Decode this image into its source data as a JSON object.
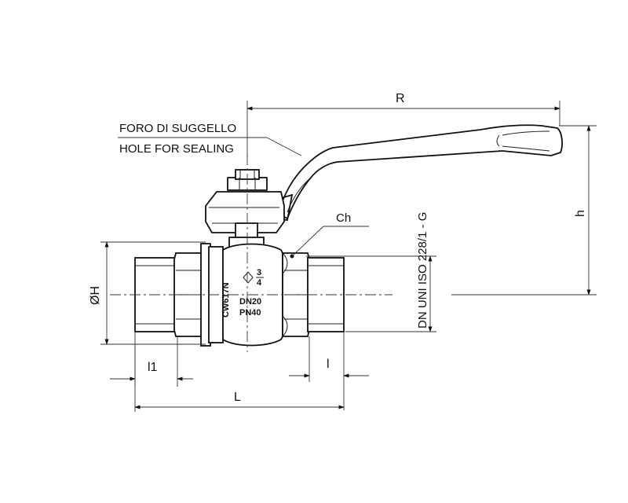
{
  "labels": {
    "sealing_it": "FORO DI SUGGELLO",
    "sealing_en": "HOLE FOR SEALING",
    "chamfer": "Ch",
    "standard": "DN UNI ISO 228/1 - G",
    "dim_R": "R",
    "dim_h": "h",
    "dim_H": "ØH",
    "dim_l1": "l1",
    "dim_l": "l",
    "dim_L": "L"
  },
  "body_marks": {
    "material": "CW617N",
    "size_num": "3",
    "size_den": "4",
    "dn": "DN20",
    "pn": "PN40"
  }
}
